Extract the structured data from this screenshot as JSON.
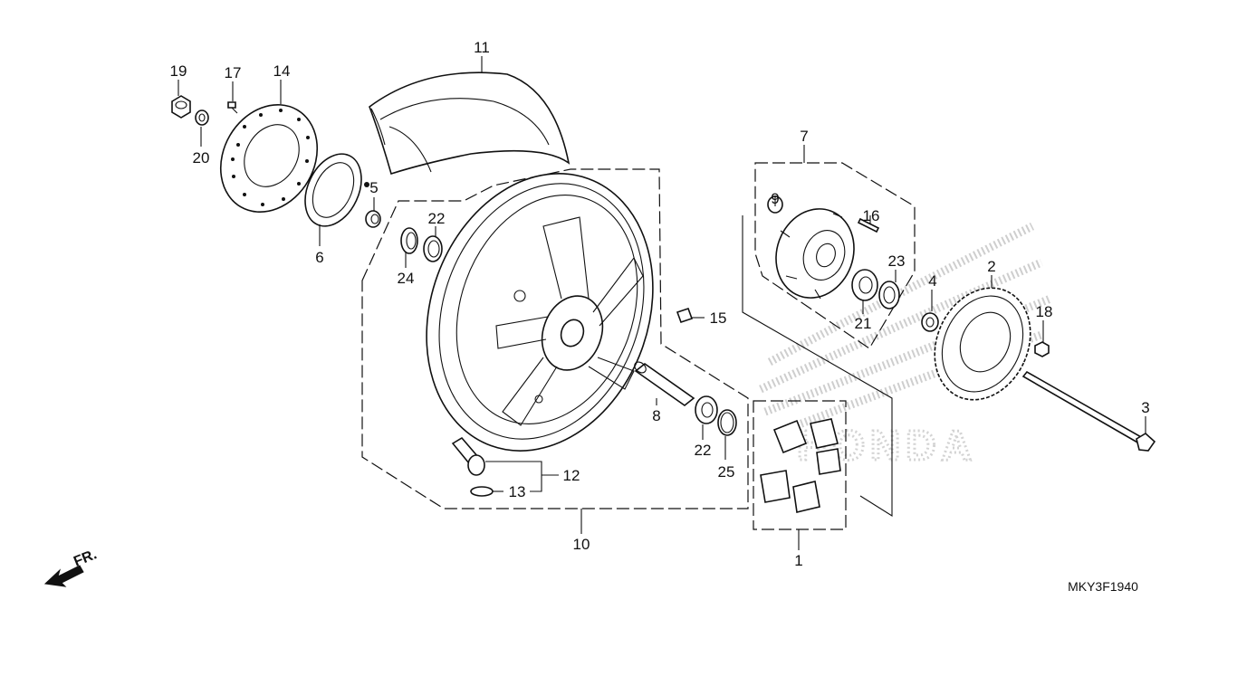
{
  "diagram": {
    "drawing_code": "MKY3F1940",
    "direction_marker": "FR.",
    "watermark": "HONDA",
    "part_labels": {
      "p1": "1",
      "p2": "2",
      "p3": "3",
      "p4": "4",
      "p5": "5",
      "p6": "6",
      "p7": "7",
      "p8": "8",
      "p9": "9",
      "p10": "10",
      "p11": "11",
      "p12": "12",
      "p13": "13",
      "p14": "14",
      "p15": "15",
      "p16": "16",
      "p17": "17",
      "p18": "18",
      "p19": "19",
      "p20": "20",
      "p21": "21",
      "p22a": "22",
      "p22b": "22",
      "p23": "23",
      "p24": "24",
      "p25": "25"
    }
  }
}
